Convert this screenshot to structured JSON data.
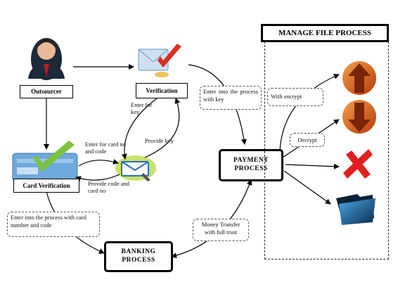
{
  "nodes": {
    "outsourcer": "Outsourcer",
    "verification": "Verification",
    "card_verification": "Card Verification",
    "payment_line1": "PAYMENT",
    "payment_line2": "PROCESS",
    "banking_line1": "BANKING",
    "banking_line2": "PROCESS",
    "manage_file_process": "MANAGE FILE PROCESS"
  },
  "notes": {
    "enter_process_key": "Enter into the process with key",
    "enter_card_number": "Enter into the process with card number and code",
    "money_transfer": "Money Transfer with full trust",
    "with_encrypt": "With encrypt",
    "decrypt": "Decrypt"
  },
  "edge_labels": {
    "enter_for_key": "Enter for key",
    "provide_key": "Provide key",
    "enter_for_card": "Enter for card no and code",
    "provide_code": "Provide code and card no"
  },
  "icons": {
    "upload": "UPLOAD",
    "download": "DOWNLOAD"
  },
  "colors": {
    "check_green": "#7cc242",
    "arrow_orange": "#d94a14",
    "x_red": "#e02020",
    "envelope_blue": "#8fb8e0",
    "card_blue": "#3a78b8"
  }
}
